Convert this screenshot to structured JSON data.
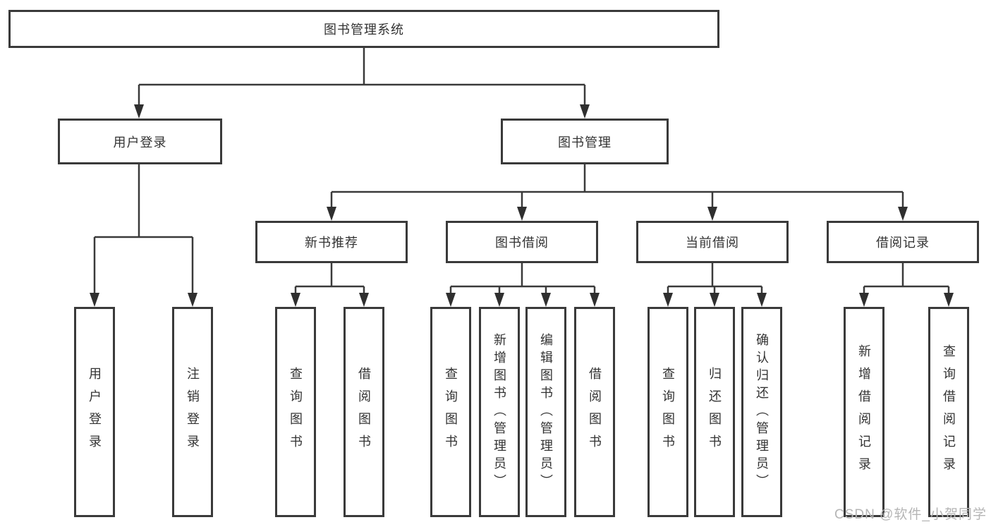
{
  "diagram": {
    "type": "hierarchy-tree",
    "colors": {
      "line": "#3a3a3a",
      "box_border": "#3a3a3a",
      "text": "#333333",
      "watermark": "#b5b5b5",
      "background": "#ffffff"
    }
  },
  "tree": {
    "root": {
      "label": "图书管理系统"
    },
    "level2": [
      {
        "label": "用户登录"
      },
      {
        "label": "图书管理"
      }
    ],
    "level3": [
      {
        "label": "新书推荐"
      },
      {
        "label": "图书借阅"
      },
      {
        "label": "当前借阅"
      },
      {
        "label": "借阅记录"
      }
    ],
    "leaves": {
      "user_login": [
        "用户登录",
        "注销登录"
      ],
      "new_books": [
        "查询图书",
        "借阅图书"
      ],
      "book_borrow": [
        "查询图书",
        "新增图书（管理员）",
        "编辑图书（管理员）",
        "借阅图书"
      ],
      "current_borrow": [
        "查询图书",
        "归还图书",
        "确认归还（管理员）"
      ],
      "borrow_records": [
        "新增借阅记录",
        "查询借阅记录"
      ]
    }
  },
  "watermark": {
    "text": "CSDN @软件_小贺同学"
  }
}
